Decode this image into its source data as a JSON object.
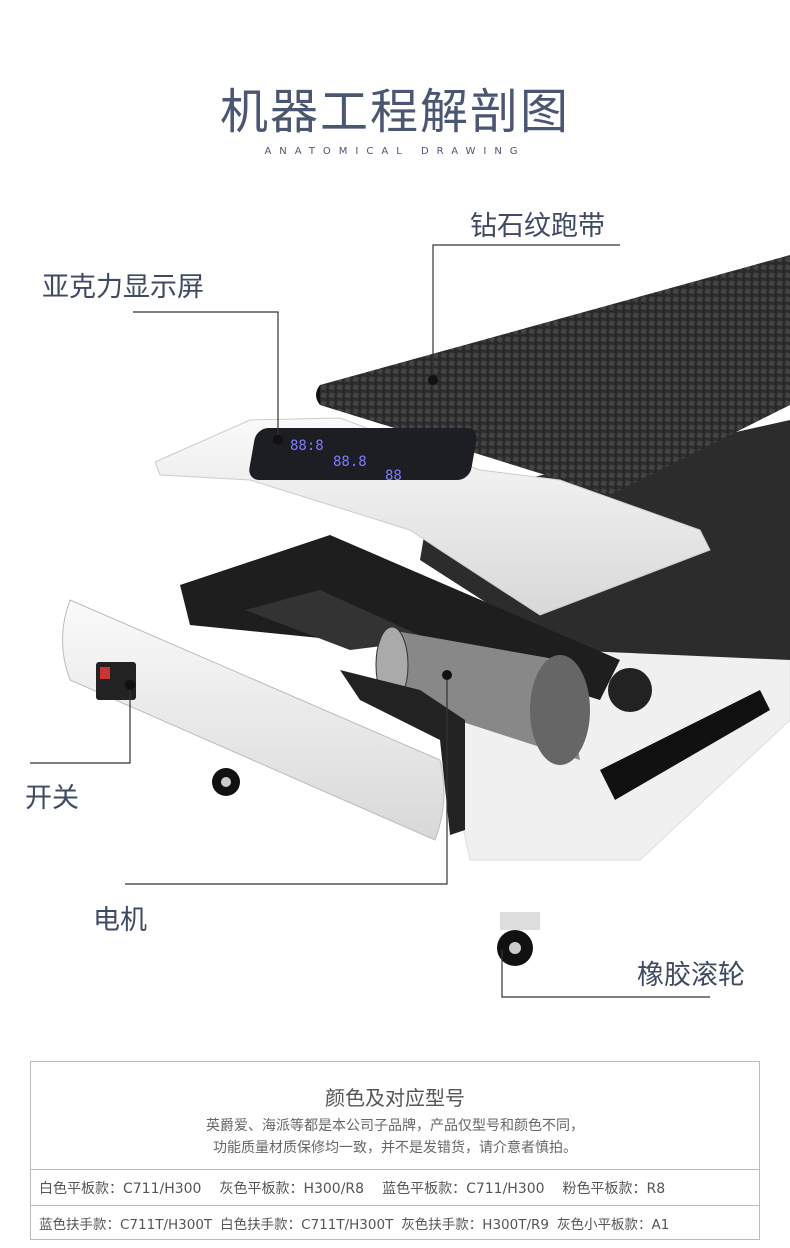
{
  "header": {
    "title": "机器工程解剖图",
    "subtitle": "ANATOMICAL DRAWING"
  },
  "callouts": {
    "belt": "钻石纹跑带",
    "display": "亚克力显示屏",
    "switch": "开关",
    "motor": "电机",
    "wheel": "橡胶滚轮"
  },
  "display_readouts": [
    "88:8",
    "88.8",
    "88"
  ],
  "models": {
    "heading": "颜色及对应型号",
    "desc1": "英爵爱、海派等都是本公司子品牌，产品仅型号和颜色不同，",
    "desc2": "功能质量材质保修均一致，并不是发错货，请介意者慎拍。",
    "row1": [
      "白色平板款：C711/H300",
      "灰色平板款：H300/R8",
      "蓝色平板款：C711/H300",
      "粉色平板款：R8"
    ],
    "row2": [
      "蓝色扶手款：C711T/H300T",
      "白色扶手款：C711T/H300T",
      "灰色扶手款：H300T/R9",
      "灰色小平板款：A1"
    ]
  }
}
